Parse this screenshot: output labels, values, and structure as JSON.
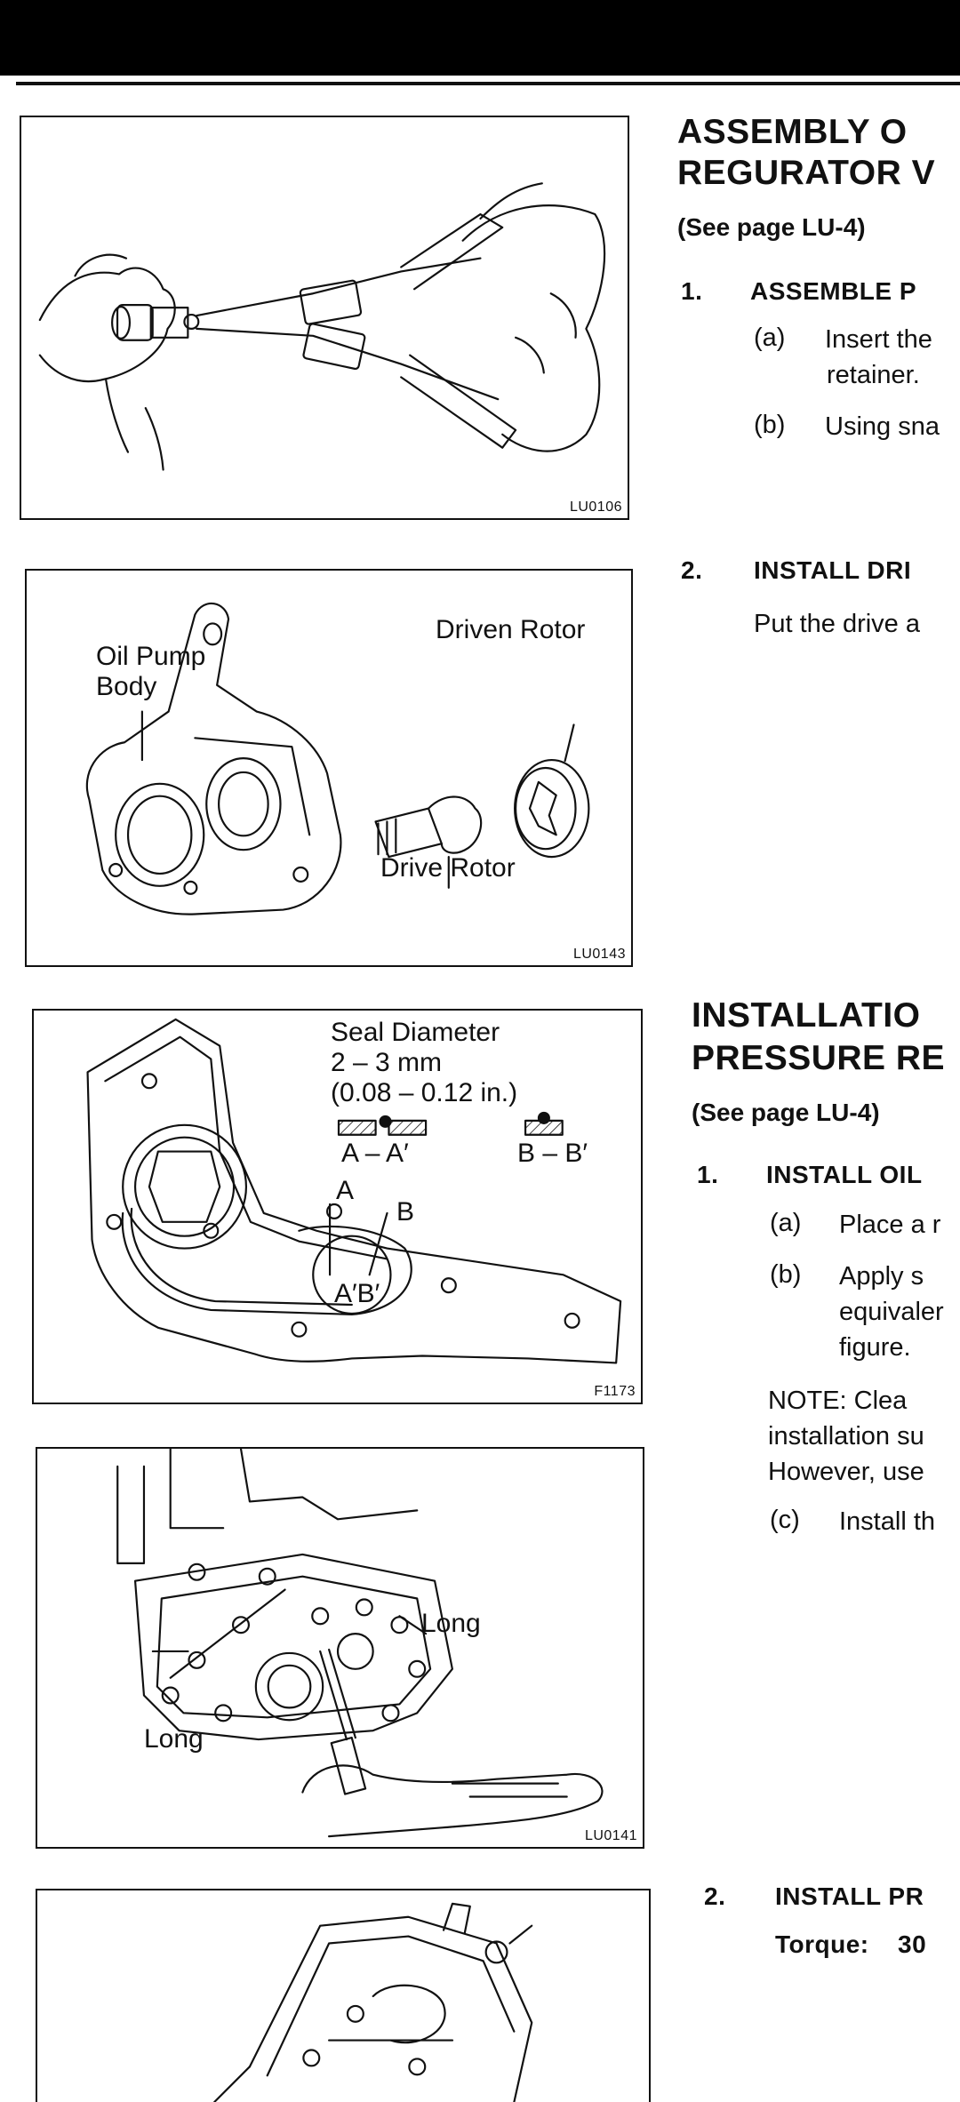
{
  "figures": {
    "fig1": {
      "code": "LU0106"
    },
    "fig2": {
      "code": "LU0143",
      "labels": {
        "body_line1": "Oil Pump",
        "body_line2": "Body",
        "driven": "Driven Rotor",
        "drive": "Drive Rotor"
      }
    },
    "fig3": {
      "code": "F1173",
      "labels": {
        "seal_title": "Seal Diameter",
        "seal_size": "2 – 3 mm",
        "seal_inch": "(0.08 – 0.12 in.)",
        "section_a": "A – A′",
        "section_b": "B – B′",
        "point_a": "A",
        "point_b": "B",
        "point_ab": "A′B′"
      }
    },
    "fig4": {
      "code": "LU0141",
      "labels": {
        "long_right": "Long",
        "long_left": "Long"
      }
    }
  },
  "text": {
    "h1_line1": "ASSEMBLY O",
    "h1_line2": "REGURATOR V",
    "see_page_1": "(See page LU-4)",
    "s1_num": "1.",
    "s1_title": "ASSEMBLE P",
    "s1a_label": "(a)",
    "s1a_text_line1": "Insert the",
    "s1a_text_line2": "retainer.",
    "s1b_label": "(b)",
    "s1b_text": "Using sna",
    "s2_num": "2.",
    "s2_title": "INSTALL DRI",
    "s2_text": "Put the drive a",
    "h2_line1": "INSTALLATIO",
    "h2_line2": "PRESSURE RE",
    "see_page_2": "(See page LU-4)",
    "i1_num": "1.",
    "i1_title": "INSTALL OIL",
    "i1a_label": "(a)",
    "i1a_text": "Place a r",
    "i1b_label": "(b)",
    "i1b_line1": "Apply s",
    "i1b_line2": "equivaler",
    "i1b_line3": "figure.",
    "note_line1": "NOTE:   Clea",
    "note_line2": "installation su",
    "note_line3": "However, use",
    "i1c_label": "(c)",
    "i1c_text": "Install th",
    "i2_num": "2.",
    "i2_title": "INSTALL PR",
    "torque_label": "Torque:",
    "torque_value": "30"
  }
}
